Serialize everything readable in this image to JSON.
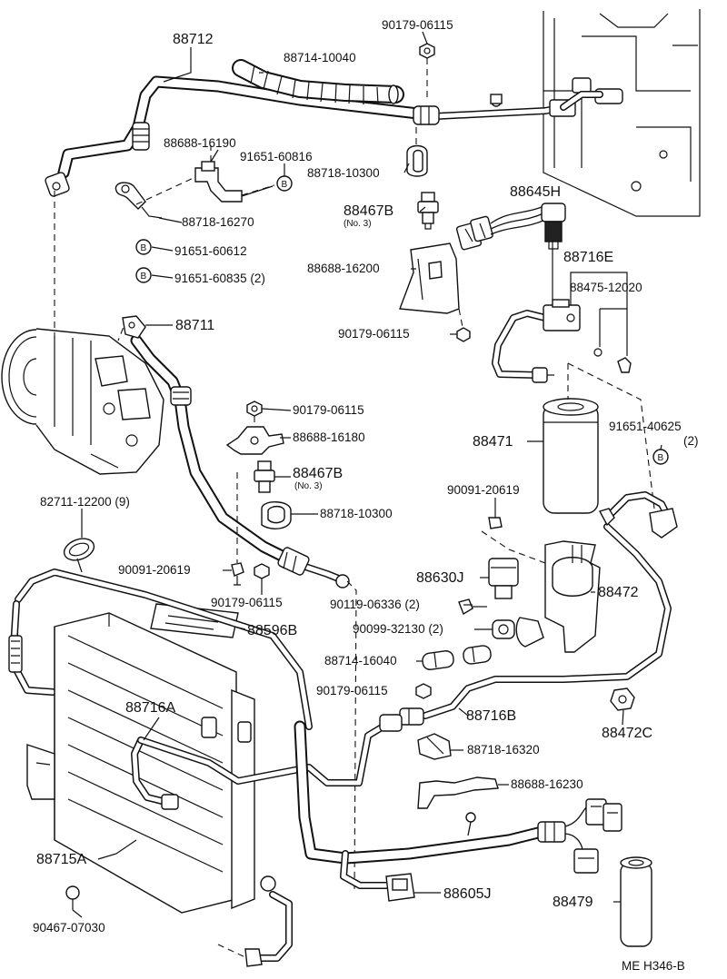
{
  "diagram": {
    "code": "ME H346-B",
    "labels": {
      "p88712": "88712",
      "p88714_10040": "88714-10040",
      "p90179_top": "90179-06115",
      "p88688_16190": "88688-16190",
      "p91651_60816": "91651-60816",
      "p88718_10300_top": "88718-10300",
      "p88718_16270": "88718-16270",
      "p91651_60612": "91651-60612",
      "p91651_60835": "91651-60835 (2)",
      "p88467b_top": "88467B",
      "p88467b_top_no": "(No. 3)",
      "p88645h": "88645H",
      "p88716e": "88716E",
      "p88475_12020": "88475-12020",
      "p88688_16200": "88688-16200",
      "p90179_mid": "90179-06115",
      "p88711": "88711",
      "p90179_lower": "90179-06115",
      "p88688_16180": "88688-16180",
      "p88467b_low": "88467B",
      "p88467b_low_no": "(No. 3)",
      "p88718_10300_low": "88718-10300",
      "p88471": "88471",
      "p91651_40625": "91651-40625",
      "p91651_40625_qty": "(2)",
      "p90091_20619_right": "90091-20619",
      "p82711_12200": "82711-12200 (9)",
      "p90091_20619_left": "90091-20619",
      "p90179_bottom": "90179-06115",
      "p88630j": "88630J",
      "p88472": "88472",
      "p90119_06336": "90119-06336 (2)",
      "p88596b": "88596B",
      "p90099_32130": "90099-32130 (2)",
      "p88714_16040": "88714-16040",
      "p90179_last": "90179-06115",
      "p88716b": "88716B",
      "p88716a": "88716A",
      "p88472c": "88472C",
      "p88718_16320": "88718-16320",
      "p88688_16230": "88688-16230",
      "p88715a": "88715A",
      "p88605j": "88605J",
      "p88479": "88479",
      "p90467_07030": "90467-07030",
      "bolt_mark": "B"
    }
  }
}
